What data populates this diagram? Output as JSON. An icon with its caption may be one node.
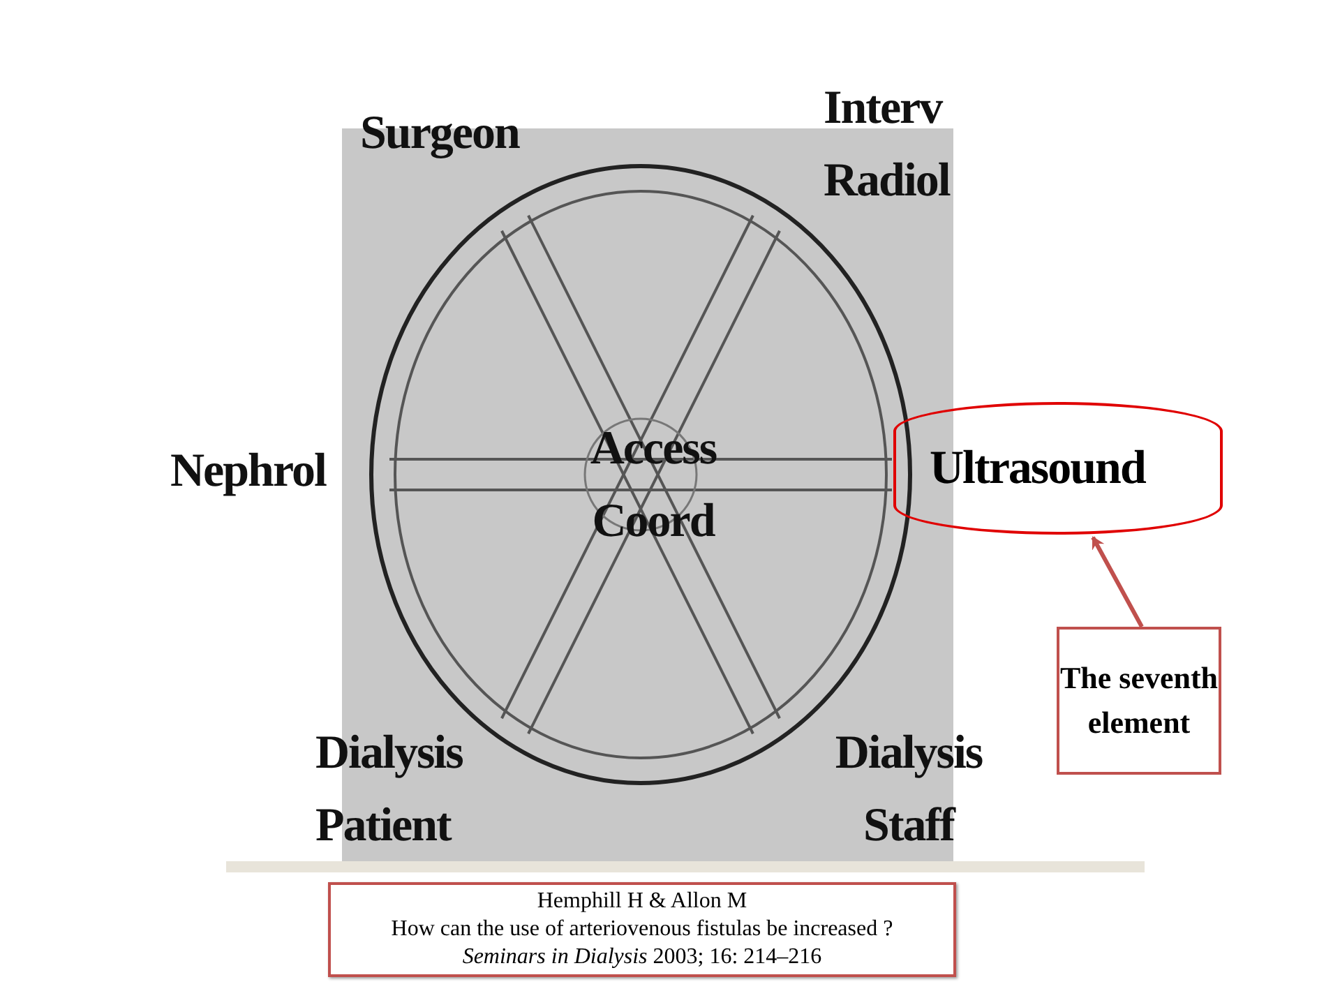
{
  "diagram": {
    "nodes": [
      {
        "text": [
          "Ultrasound"
        ]
      },
      {
        "text": [
          "The seventh element"
        ]
      },
      {
        "text": [
          "Hemphill H & Allon M",
          "How can the use of arteriovenous fistulas be increased ?",
          "*Seminars in Dialysis* 2003; 16: 214–216"
        ]
      }
    ],
    "edges": [
      {
        "from": 1,
        "to": 0,
        "arrow": "to",
        "color": "#c0504d"
      }
    ],
    "labels": [
      "Surgeon",
      "Interv Radiol",
      "Nephrol",
      "Access Coord",
      "Dialysis Patient",
      "Dialysis Staff"
    ]
  }
}
